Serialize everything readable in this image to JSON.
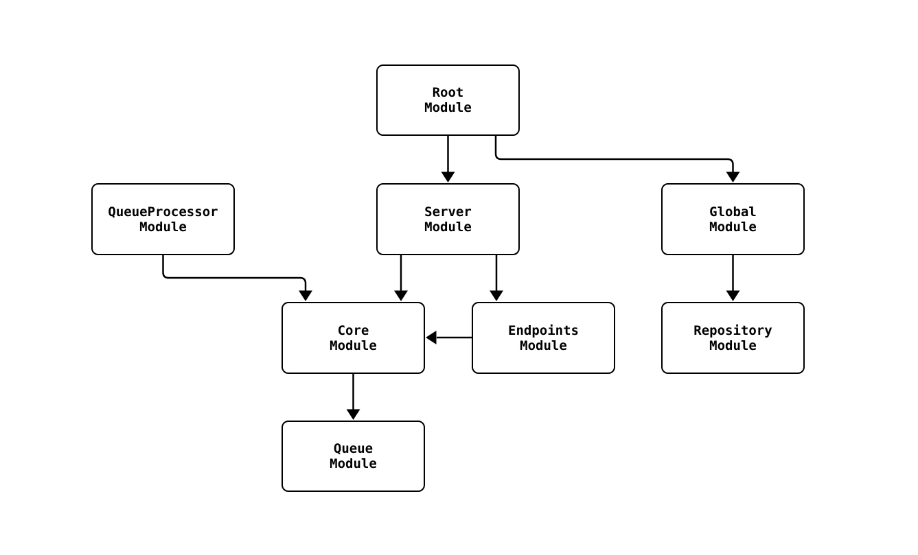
{
  "diagram": {
    "type": "module-dependency-flowchart",
    "background_color": "#ffffff",
    "node_fill_color": "#ffffff",
    "node_stroke_color": "#000000",
    "text_color": "#000000",
    "edge_color": "#000000",
    "nodes": [
      {
        "id": "root",
        "label": "Root\nModule"
      },
      {
        "id": "queueprocessor",
        "label": "QueueProcessor\nModule"
      },
      {
        "id": "server",
        "label": "Server\nModule"
      },
      {
        "id": "global",
        "label": "Global\nModule"
      },
      {
        "id": "core",
        "label": "Core\nModule"
      },
      {
        "id": "endpoints",
        "label": "Endpoints\nModule"
      },
      {
        "id": "repository",
        "label": "Repository\nModule"
      },
      {
        "id": "queue",
        "label": "Queue\nModule"
      }
    ],
    "edges": [
      {
        "from": "root",
        "to": "server"
      },
      {
        "from": "root",
        "to": "global"
      },
      {
        "from": "queueprocessor",
        "to": "core"
      },
      {
        "from": "server",
        "to": "core"
      },
      {
        "from": "server",
        "to": "endpoints"
      },
      {
        "from": "endpoints",
        "to": "core"
      },
      {
        "from": "core",
        "to": "queue"
      },
      {
        "from": "global",
        "to": "repository"
      }
    ]
  }
}
